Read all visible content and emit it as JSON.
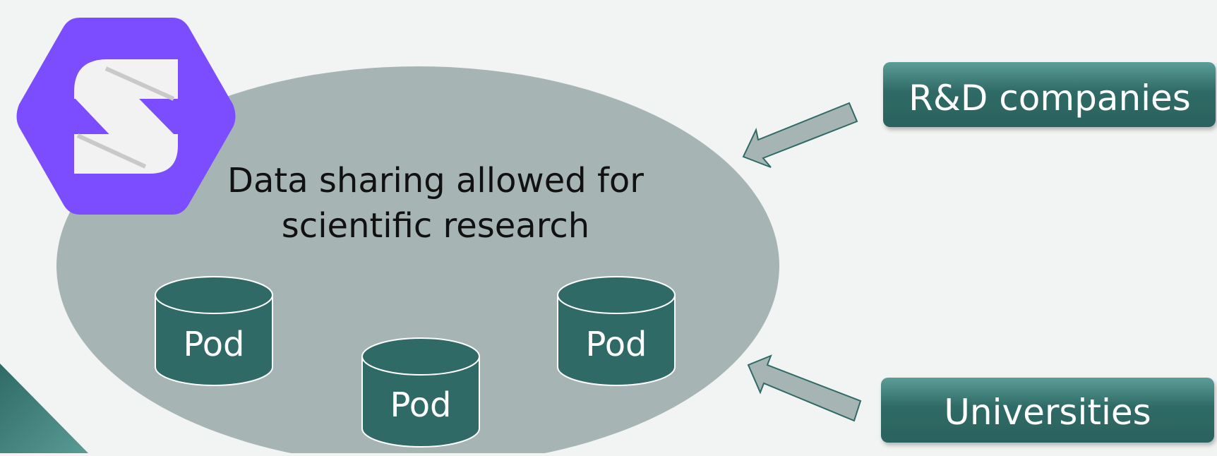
{
  "colors": {
    "background": "#f2f4f3",
    "ellipse": "#a6b5b3",
    "teal_dark": "#2f6a66",
    "teal_light": "#5a9b95",
    "arrow_fill": "#a6b5b3",
    "arrow_stroke": "#2f6a66",
    "logo_purple": "#7c4dff",
    "logo_white": "#f2f2f2",
    "text_dark": "#111111",
    "text_light": "#ffffff"
  },
  "diagram": {
    "logo": {
      "icon": "solid-s-logo-icon"
    },
    "ellipse_label": {
      "line1": "Data sharing allowed for",
      "line2": "scientific research"
    },
    "pods": [
      {
        "label": "Pod"
      },
      {
        "label": "Pod"
      },
      {
        "label": "Pod"
      }
    ],
    "boxes": {
      "rd": "R&D companies",
      "universities": "Universities"
    }
  }
}
